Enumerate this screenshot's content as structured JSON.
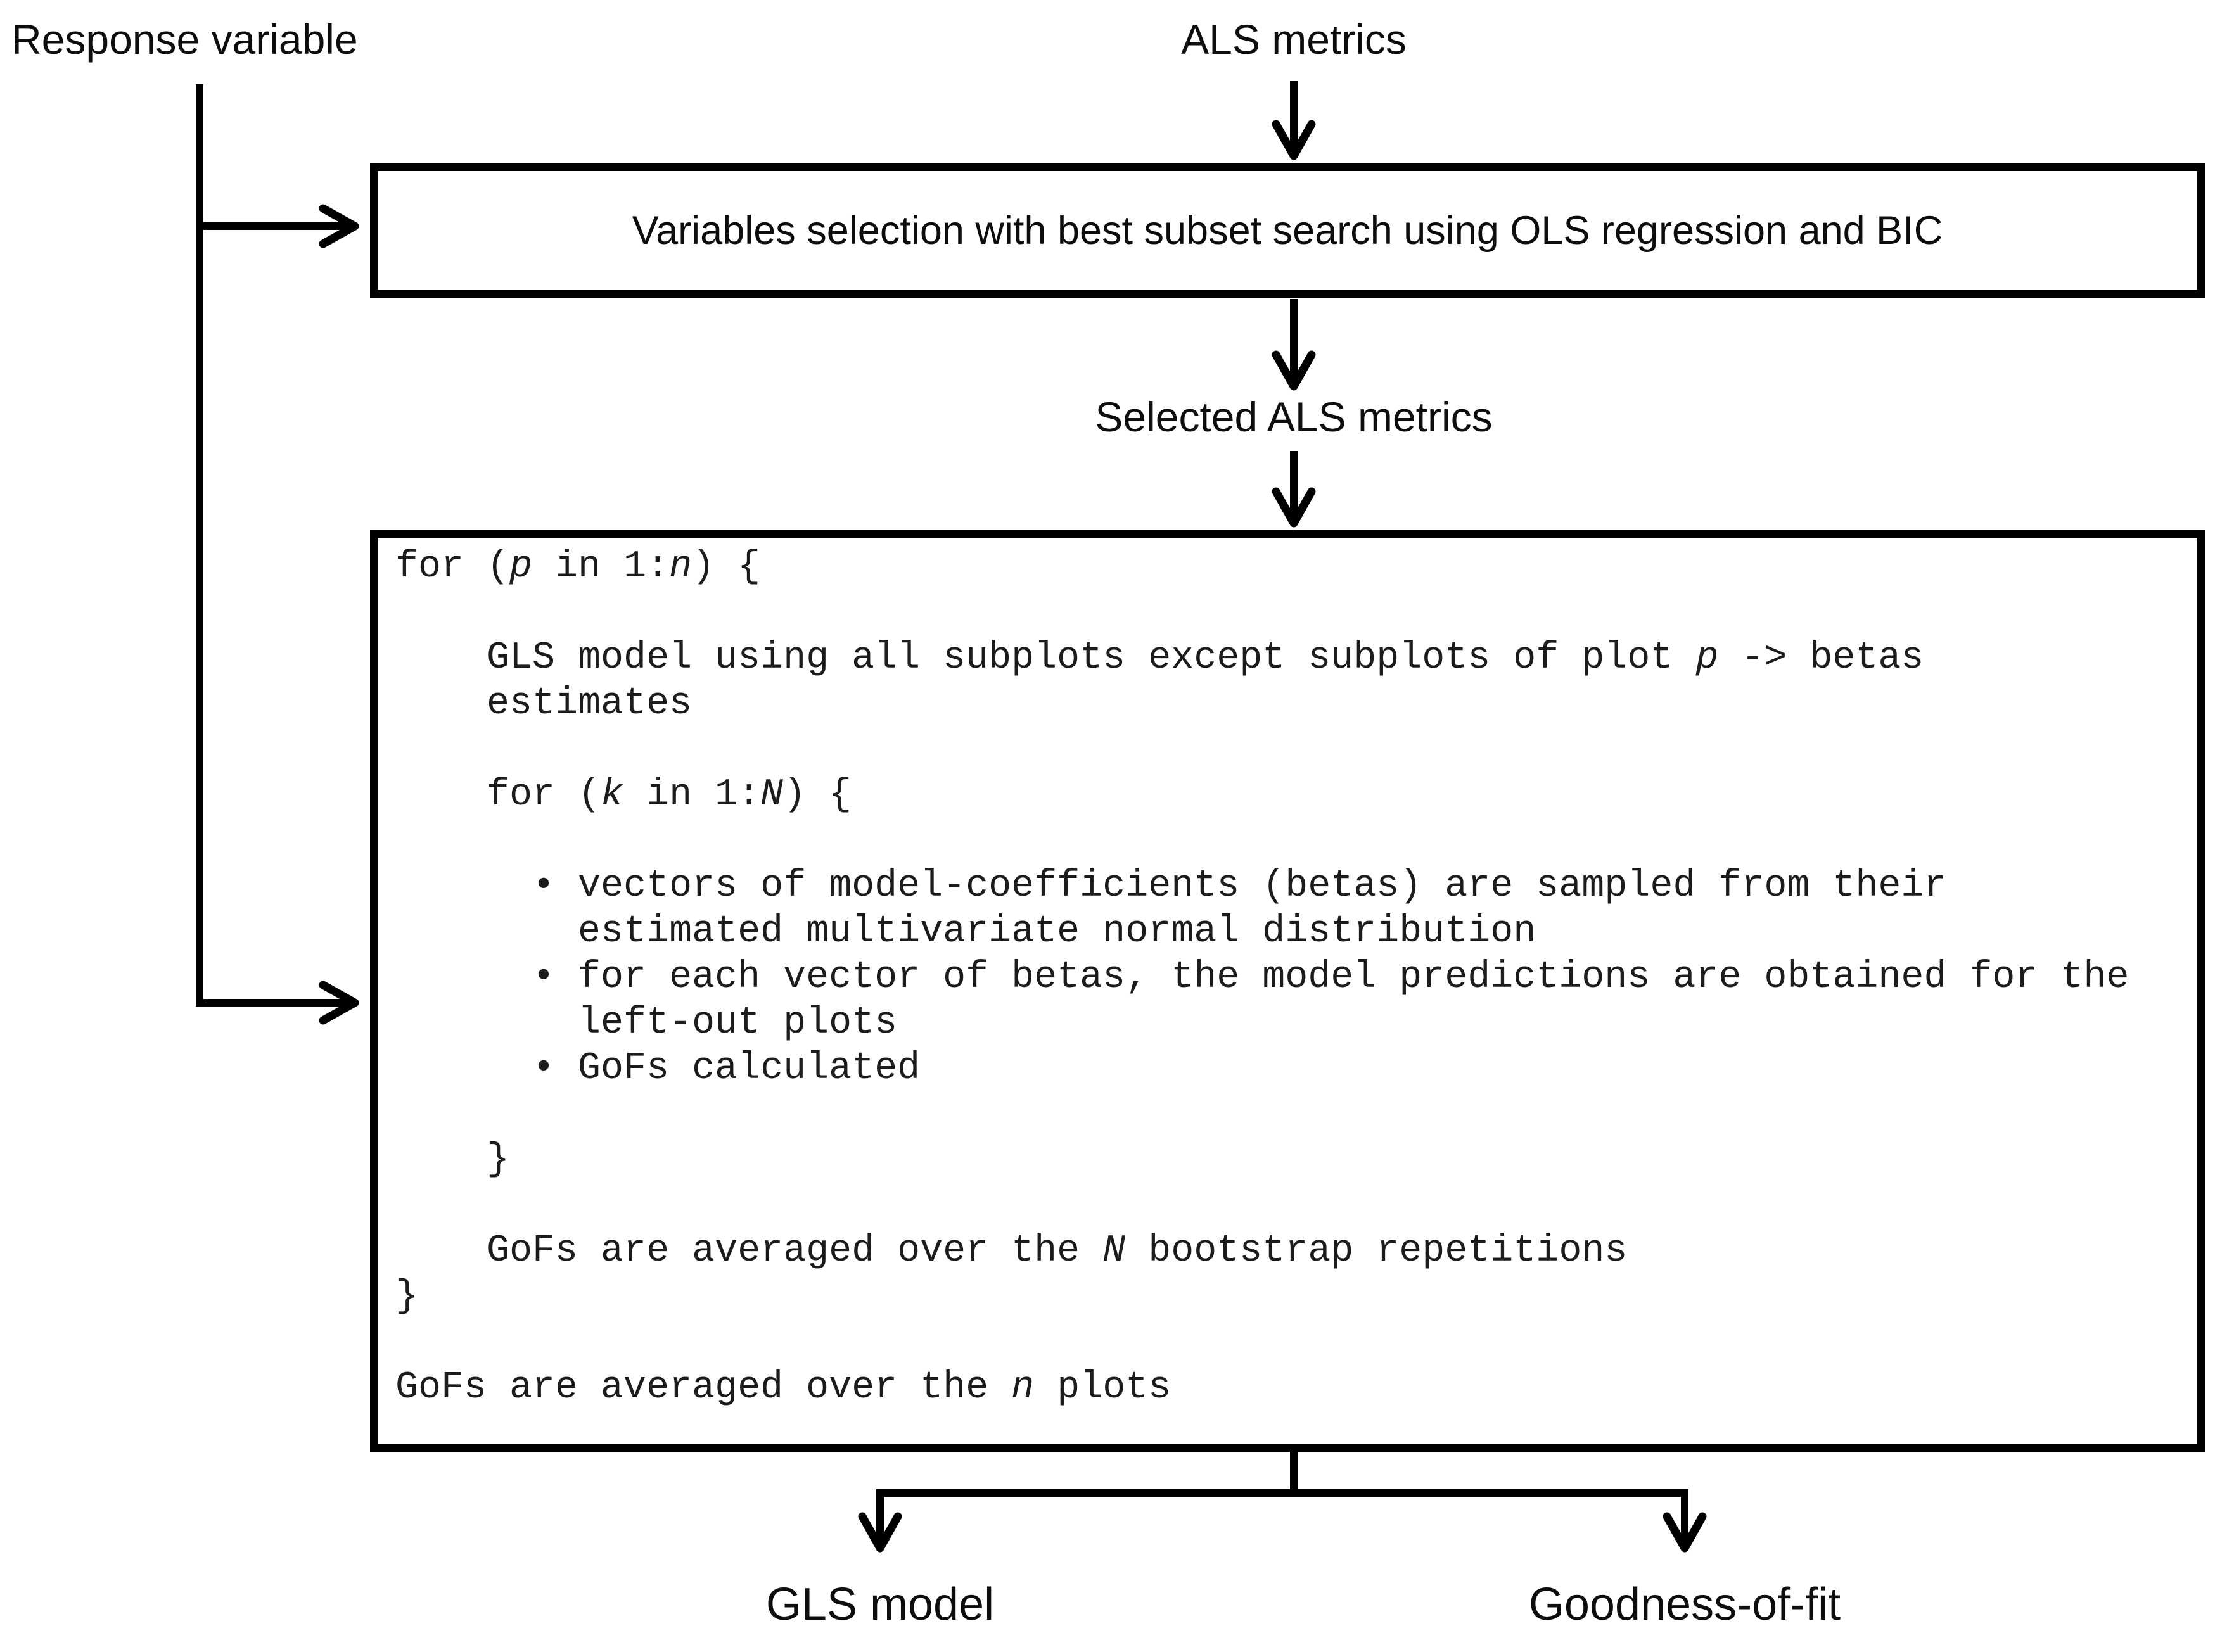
{
  "labels": {
    "response_variable": "Response variable",
    "als_metrics": "ALS metrics",
    "selected_als_metrics": "Selected ALS metrics",
    "gls_model": "GLS model",
    "goodness_of_fit": "Goodness-of-fit"
  },
  "box1": {
    "text": "Variables selection with best subset search using OLS regression and BIC"
  },
  "box2": {
    "code_lines": [
      "for (⟪p⟫ in 1:⟪n⟫) {",
      "",
      "    GLS model using all subplots except subplots of plot ⟪p⟫ -> betas",
      "    estimates",
      "",
      "    for (⟪k⟫ in 1:⟪N⟫) {",
      "",
      "      • vectors of model-coefficients (betas) are sampled from their",
      "        estimated multivariate normal distribution",
      "      • for each vector of betas, the model predictions are obtained for the",
      "        left-out plots",
      "      • GoFs calculated",
      "",
      "    }",
      "",
      "    GoFs are averaged over the ⟪N⟫ bootstrap repetitions",
      "}",
      "",
      "GoFs are averaged over the ⟪n⟫ plots"
    ]
  },
  "colors": {
    "line": "#000000",
    "background": "#ffffff",
    "text": "#0d0d0d"
  }
}
